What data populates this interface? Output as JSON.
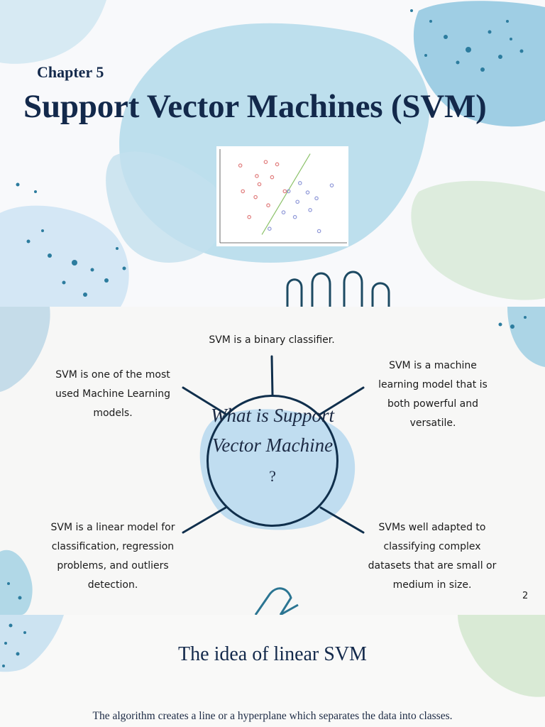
{
  "slide1": {
    "chapter": "Chapter 5",
    "title": "Support Vector Machines (SVM)"
  },
  "chart_data": {
    "type": "scatter",
    "title": "",
    "xlabel": "",
    "ylabel": "",
    "xlim": [
      0,
      10
    ],
    "ylim": [
      0,
      8
    ],
    "grid": false,
    "series": [
      {
        "color": "#e07b7b",
        "points": [
          [
            1.6,
            6.6
          ],
          [
            3.6,
            6.9
          ],
          [
            4.5,
            6.7
          ],
          [
            2.9,
            5.7
          ],
          [
            3.1,
            5.0
          ],
          [
            4.1,
            5.6
          ],
          [
            1.8,
            4.4
          ],
          [
            2.8,
            3.9
          ],
          [
            5.1,
            4.4
          ],
          [
            3.8,
            3.2
          ],
          [
            2.3,
            2.2
          ]
        ]
      },
      {
        "color": "#8f98d8",
        "points": [
          [
            6.3,
            5.1
          ],
          [
            8.8,
            4.9
          ],
          [
            5.4,
            4.4
          ],
          [
            6.9,
            4.3
          ],
          [
            7.6,
            3.8
          ],
          [
            6.1,
            3.5
          ],
          [
            5.0,
            2.6
          ],
          [
            7.1,
            2.8
          ],
          [
            5.9,
            2.2
          ],
          [
            3.9,
            1.2
          ],
          [
            7.8,
            1.0
          ]
        ]
      }
    ],
    "separator": [
      [
        3.3,
        0.7
      ],
      [
        7.1,
        7.6
      ]
    ],
    "separator_color": "#8cc26a"
  },
  "slide2": {
    "center": {
      "text": "What is Support Vector Machine",
      "mark": " ?"
    },
    "callouts": {
      "top": "SVM is a binary classifier.",
      "top_left": "SVM is one of the most used Machine Learning models.",
      "top_right": "SVM is a machine learning model that is both powerful and versatile.",
      "bottom_left": "SVM is a linear model for classification, regression problems, and outliers detection.",
      "bottom_right": "SVMs well adapted to classifying complex datasets that are small or medium in size."
    },
    "page_number": "2"
  },
  "slide3": {
    "title": "The idea of linear SVM",
    "body": "The algorithm creates a line or a hyperplane which separates the data into classes."
  }
}
